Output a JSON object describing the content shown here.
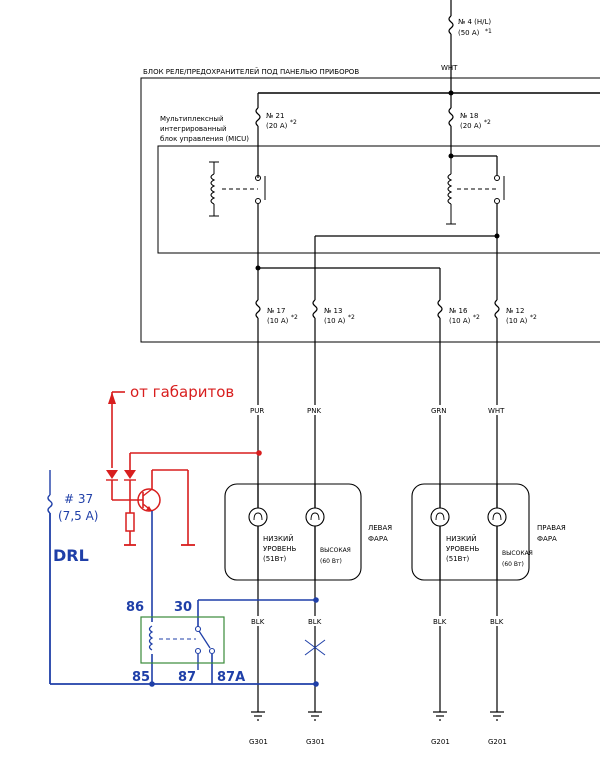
{
  "block_title": "БЛОК РЕЛЕ/ПРЕДОХРАНИТЕЛЕЙ ПОД ПАНЕЛЬЮ ПРИБОРОВ",
  "micu_label": [
    "Мультиплексный",
    "интегрированный",
    "блок управления (MICU)"
  ],
  "fuses": {
    "f4": {
      "num": "№ 4 (H/L)",
      "amp": "(50 A)",
      "note": "*1"
    },
    "f21": {
      "num": "№ 21",
      "amp": "(20 A)",
      "note": "*2"
    },
    "f18": {
      "num": "№ 18",
      "amp": "(20 A)",
      "note": "*2"
    },
    "f17": {
      "num": "№ 17",
      "amp": "(10 A)",
      "note": "*2"
    },
    "f13": {
      "num": "№ 13",
      "amp": "(10 A)",
      "note": "*2"
    },
    "f16": {
      "num": "№ 16",
      "amp": "(10 A)",
      "note": "*2"
    },
    "f12": {
      "num": "№ 12",
      "amp": "(10 A)",
      "note": "*2"
    },
    "f37": {
      "num": "# 37",
      "amp": "(7,5 A)"
    }
  },
  "wires": {
    "top": "WHT",
    "pur": "PUR",
    "pnk": "PNK",
    "grn": "GRN",
    "wht": "WHT",
    "blk1": "BLK",
    "blk2": "BLK",
    "blk3": "BLK",
    "blk4": "BLK"
  },
  "annotations": {
    "gabarit": "от габаритов",
    "drl": "DRL",
    "pin86": "86",
    "pin30": "30",
    "pin85": "85",
    "pin87": "87",
    "pin87a": "87A"
  },
  "lamps": {
    "left": {
      "low": [
        "НИЗКИЙ",
        "УРОВЕНЬ",
        "(51Вт)"
      ],
      "high": [
        "ВЫСОКАЯ",
        "(60 Вт)"
      ],
      "name": [
        "ЛЕВАЯ",
        "ФАРА"
      ]
    },
    "right": {
      "low": [
        "НИЗКИЙ",
        "УРОВЕНЬ",
        "(51Вт)"
      ],
      "high": [
        "ВЫСОКАЯ",
        "(60 Вт)"
      ],
      "name": [
        "ПРАВАЯ",
        "ФАРА"
      ]
    }
  },
  "grounds": [
    "G301",
    "G301",
    "G201",
    "G201"
  ],
  "colors": {
    "line": "#000000",
    "added_red": "#d81e1e",
    "added_blue": "#1f3fa8",
    "relay_box": "#3a8a3a"
  }
}
